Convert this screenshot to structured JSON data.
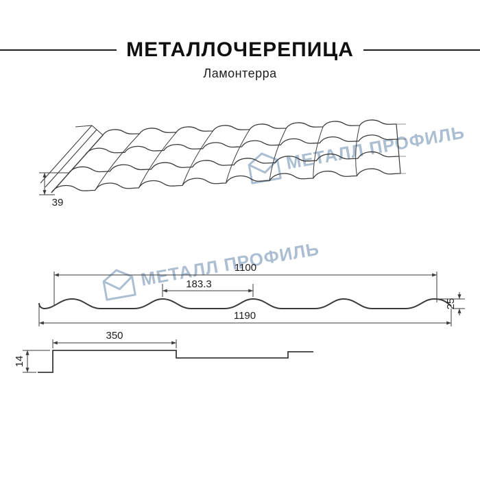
{
  "header": {
    "title": "МЕТАЛЛОЧЕРЕПИЦА",
    "subtitle": "Ламонтерра"
  },
  "watermark": {
    "brand": "МЕТАЛЛ ПРОФИЛЬ"
  },
  "colors": {
    "line": "#3a3a3a",
    "text": "#111111",
    "watermark": "#9db3cb"
  },
  "dimensions": {
    "roof_left_height": "39",
    "cover_width": "1100",
    "wave_pitch": "183.3",
    "profile_height": "25",
    "full_width": "1190",
    "module_length": "350",
    "step_height": "14"
  }
}
